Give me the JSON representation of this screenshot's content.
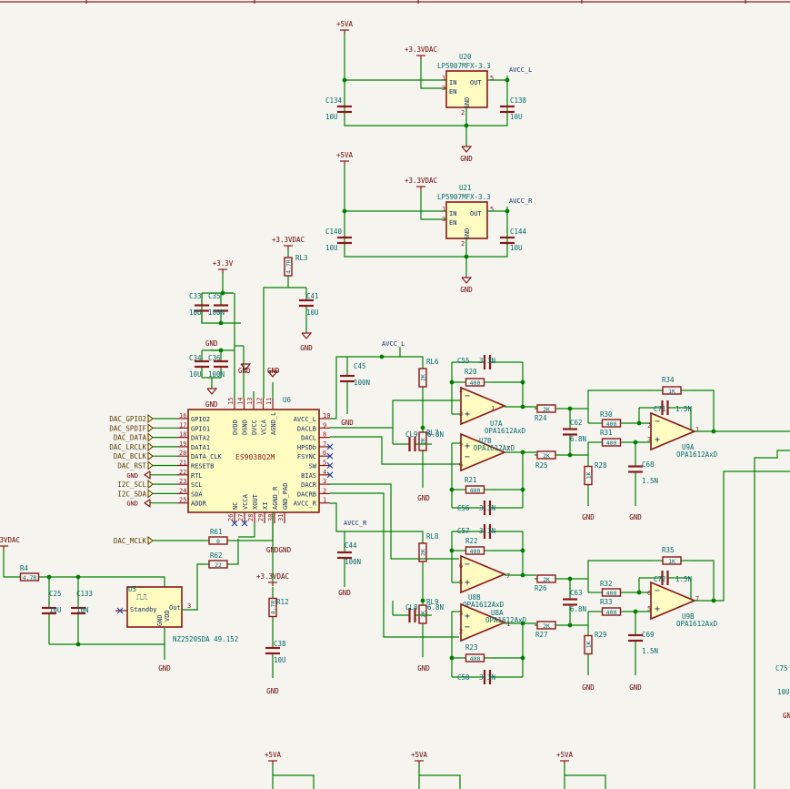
{
  "power": {
    "vA": "+5VA",
    "v33dac": "+3.3VDAC",
    "v33": "+3.3V",
    "gnd": "GND",
    "avccL": "AVCC_L",
    "avccR": "AVCC_R",
    "gndgnd": "GNDGND"
  },
  "regulators": [
    {
      "ref": "U20",
      "part": "LP5907MFX-3.3",
      "pins": [
        "IN",
        "EN",
        "OUT",
        "GND"
      ],
      "nums": [
        "1",
        "3",
        "5",
        "2"
      ],
      "cin": "C134",
      "cinv": "10U",
      "cout": "C138",
      "coutv": "10U"
    },
    {
      "ref": "U21",
      "part": "LP5907MFX-3.3",
      "pins": [
        "IN",
        "EN",
        "OUT",
        "GND"
      ],
      "nums": [
        "1",
        "3",
        "5",
        "2"
      ],
      "cin": "C140",
      "cinv": "10U",
      "cout": "C144",
      "coutv": "10U"
    }
  ],
  "dac": {
    "ref": "U6",
    "part": "ES9038Q2M",
    "left_pins": [
      {
        "n": "16",
        "name": "GPIO2",
        "net": "DAC_GPIO2"
      },
      {
        "n": "17",
        "name": "GPIO1",
        "net": "DAC_SPDIF"
      },
      {
        "n": "18",
        "name": "DATA2",
        "net": "DAC_DATA"
      },
      {
        "n": "19",
        "name": "DATA1",
        "net": "DAC_LRCLK"
      },
      {
        "n": "20",
        "name": "DATA_CLK",
        "net": "DAC_BCLK"
      },
      {
        "n": "21",
        "name": "RESETB",
        "net": "DAC_RST"
      },
      {
        "n": "22",
        "name": "RTL",
        "net": "GND"
      },
      {
        "n": "23",
        "name": "SCL",
        "net": "I2C_SCL"
      },
      {
        "n": "24",
        "name": "SDA",
        "net": "I2C_SDA"
      },
      {
        "n": "25",
        "name": "ADDR",
        "net": "GND"
      }
    ],
    "right_pins": [
      {
        "n": "10",
        "name": "AVCC_L"
      },
      {
        "n": "9",
        "name": "DACLB"
      },
      {
        "n": "8",
        "name": "DACL"
      },
      {
        "n": "7",
        "name": "HPSDb"
      },
      {
        "n": "6",
        "name": "FSYNC"
      },
      {
        "n": "5",
        "name": "SW"
      },
      {
        "n": "4",
        "name": "BIAS"
      },
      {
        "n": "3",
        "name": "DACR"
      },
      {
        "n": "2",
        "name": "DACRB"
      },
      {
        "n": "1",
        "name": "AVCC_R"
      }
    ],
    "top_pins": [
      {
        "n": "15",
        "name": "DVDD"
      },
      {
        "n": "14",
        "name": "DGND"
      },
      {
        "n": "13",
        "name": "DVCC"
      },
      {
        "n": "12",
        "name": "VCCA"
      },
      {
        "n": "11",
        "name": "AGND_L"
      }
    ],
    "bottom_pins": [
      {
        "n": "26",
        "name": "NC"
      },
      {
        "n": "27",
        "name": "VCCA"
      },
      {
        "n": "28",
        "name": "XOUT"
      },
      {
        "n": "29",
        "name": "XI"
      },
      {
        "n": "30",
        "name": "AGND_R"
      },
      {
        "n": "31",
        "name": "GND_PAD"
      }
    ]
  },
  "parts": {
    "C33": "10U",
    "C35": "100N",
    "C34": "10U",
    "C36": "100N",
    "C41": "10U",
    "RL3": "4.7R",
    "C45": "100N",
    "C44": "100N",
    "RL6": "2K",
    "RL7": "2K",
    "RL8": "2K",
    "RL9": "2K",
    "CL9": "6.8N",
    "CL8": "6.8N",
    "C55": "3.3N",
    "C56": "3.3N",
    "C57": "3.3N",
    "C58": "3.3N",
    "R20": "400",
    "R21": "400",
    "R22": "400",
    "R23": "400",
    "R24": "2K",
    "R25": "2K",
    "R26": "2K",
    "R27": "2K",
    "C62": "6.8N",
    "C63": "6.8N",
    "R28": "1K",
    "R29": "1K",
    "R30": "400",
    "R31": "400",
    "R32": "400",
    "R33": "400",
    "C68": "1.5N",
    "C69": "1.5N",
    "R34": "1K",
    "R35": "1K",
    "C71": "1.5N",
    "C72": "1.5N",
    "R61": "0",
    "R62": "22",
    "R4": "4.7R",
    "C25": "10U",
    "C133": "10N",
    "R12": "4.7R",
    "C38": "10U",
    "C75": "10U"
  },
  "opamps": {
    "U7A": "OPA1612AxD",
    "U7B": "OPA1612AxD",
    "U8B": "OPA1612AxD",
    "U8A": "OPA1612AxD",
    "U9A": "OPA1612AxD",
    "U9B": "OPA1612AxD"
  },
  "osc": {
    "ref": "U5",
    "part": "NZ2520SDA 49.152",
    "pins": [
      "Standby",
      "VDD",
      "GND",
      "Out"
    ],
    "nums": [
      "1",
      "4",
      "2",
      "3"
    ]
  },
  "nets": {
    "mclk": "DAC_MCLK"
  },
  "labels": {
    "u7a": "U7A",
    "u7b": "U7B",
    "u8b": "U8B",
    "u8a": "U8A",
    "u9a": "U9A",
    "u9b": "U9B",
    "r20": "R20",
    "r21": "R21",
    "r22": "R22",
    "r23": "R23"
  }
}
